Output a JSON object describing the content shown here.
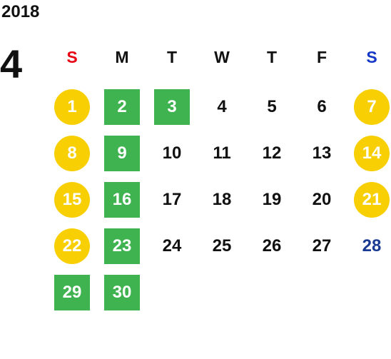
{
  "year": "2018",
  "month": "4",
  "weekdays": [
    "S",
    "M",
    "T",
    "W",
    "T",
    "F",
    "S"
  ],
  "colors": {
    "sunday_header": "#e60012",
    "saturday_header": "#1537c7",
    "holiday_circle": "#f7cf03",
    "closed_square": "#3fb34f",
    "blue_day": "#1a3a93"
  },
  "days": [
    {
      "d": "1",
      "style": "yellow"
    },
    {
      "d": "2",
      "style": "green"
    },
    {
      "d": "3",
      "style": "green"
    },
    {
      "d": "4",
      "style": "plain"
    },
    {
      "d": "5",
      "style": "plain"
    },
    {
      "d": "6",
      "style": "plain"
    },
    {
      "d": "7",
      "style": "yellow"
    },
    {
      "d": "8",
      "style": "yellow"
    },
    {
      "d": "9",
      "style": "green"
    },
    {
      "d": "10",
      "style": "plain"
    },
    {
      "d": "11",
      "style": "plain"
    },
    {
      "d": "12",
      "style": "plain"
    },
    {
      "d": "13",
      "style": "plain"
    },
    {
      "d": "14",
      "style": "yellow"
    },
    {
      "d": "15",
      "style": "yellow"
    },
    {
      "d": "16",
      "style": "green"
    },
    {
      "d": "17",
      "style": "plain"
    },
    {
      "d": "18",
      "style": "plain"
    },
    {
      "d": "19",
      "style": "plain"
    },
    {
      "d": "20",
      "style": "plain"
    },
    {
      "d": "21",
      "style": "yellow"
    },
    {
      "d": "22",
      "style": "yellow"
    },
    {
      "d": "23",
      "style": "green"
    },
    {
      "d": "24",
      "style": "plain"
    },
    {
      "d": "25",
      "style": "plain"
    },
    {
      "d": "26",
      "style": "plain"
    },
    {
      "d": "27",
      "style": "plain"
    },
    {
      "d": "28",
      "style": "blue"
    },
    {
      "d": "29",
      "style": "green"
    },
    {
      "d": "30",
      "style": "green"
    }
  ]
}
